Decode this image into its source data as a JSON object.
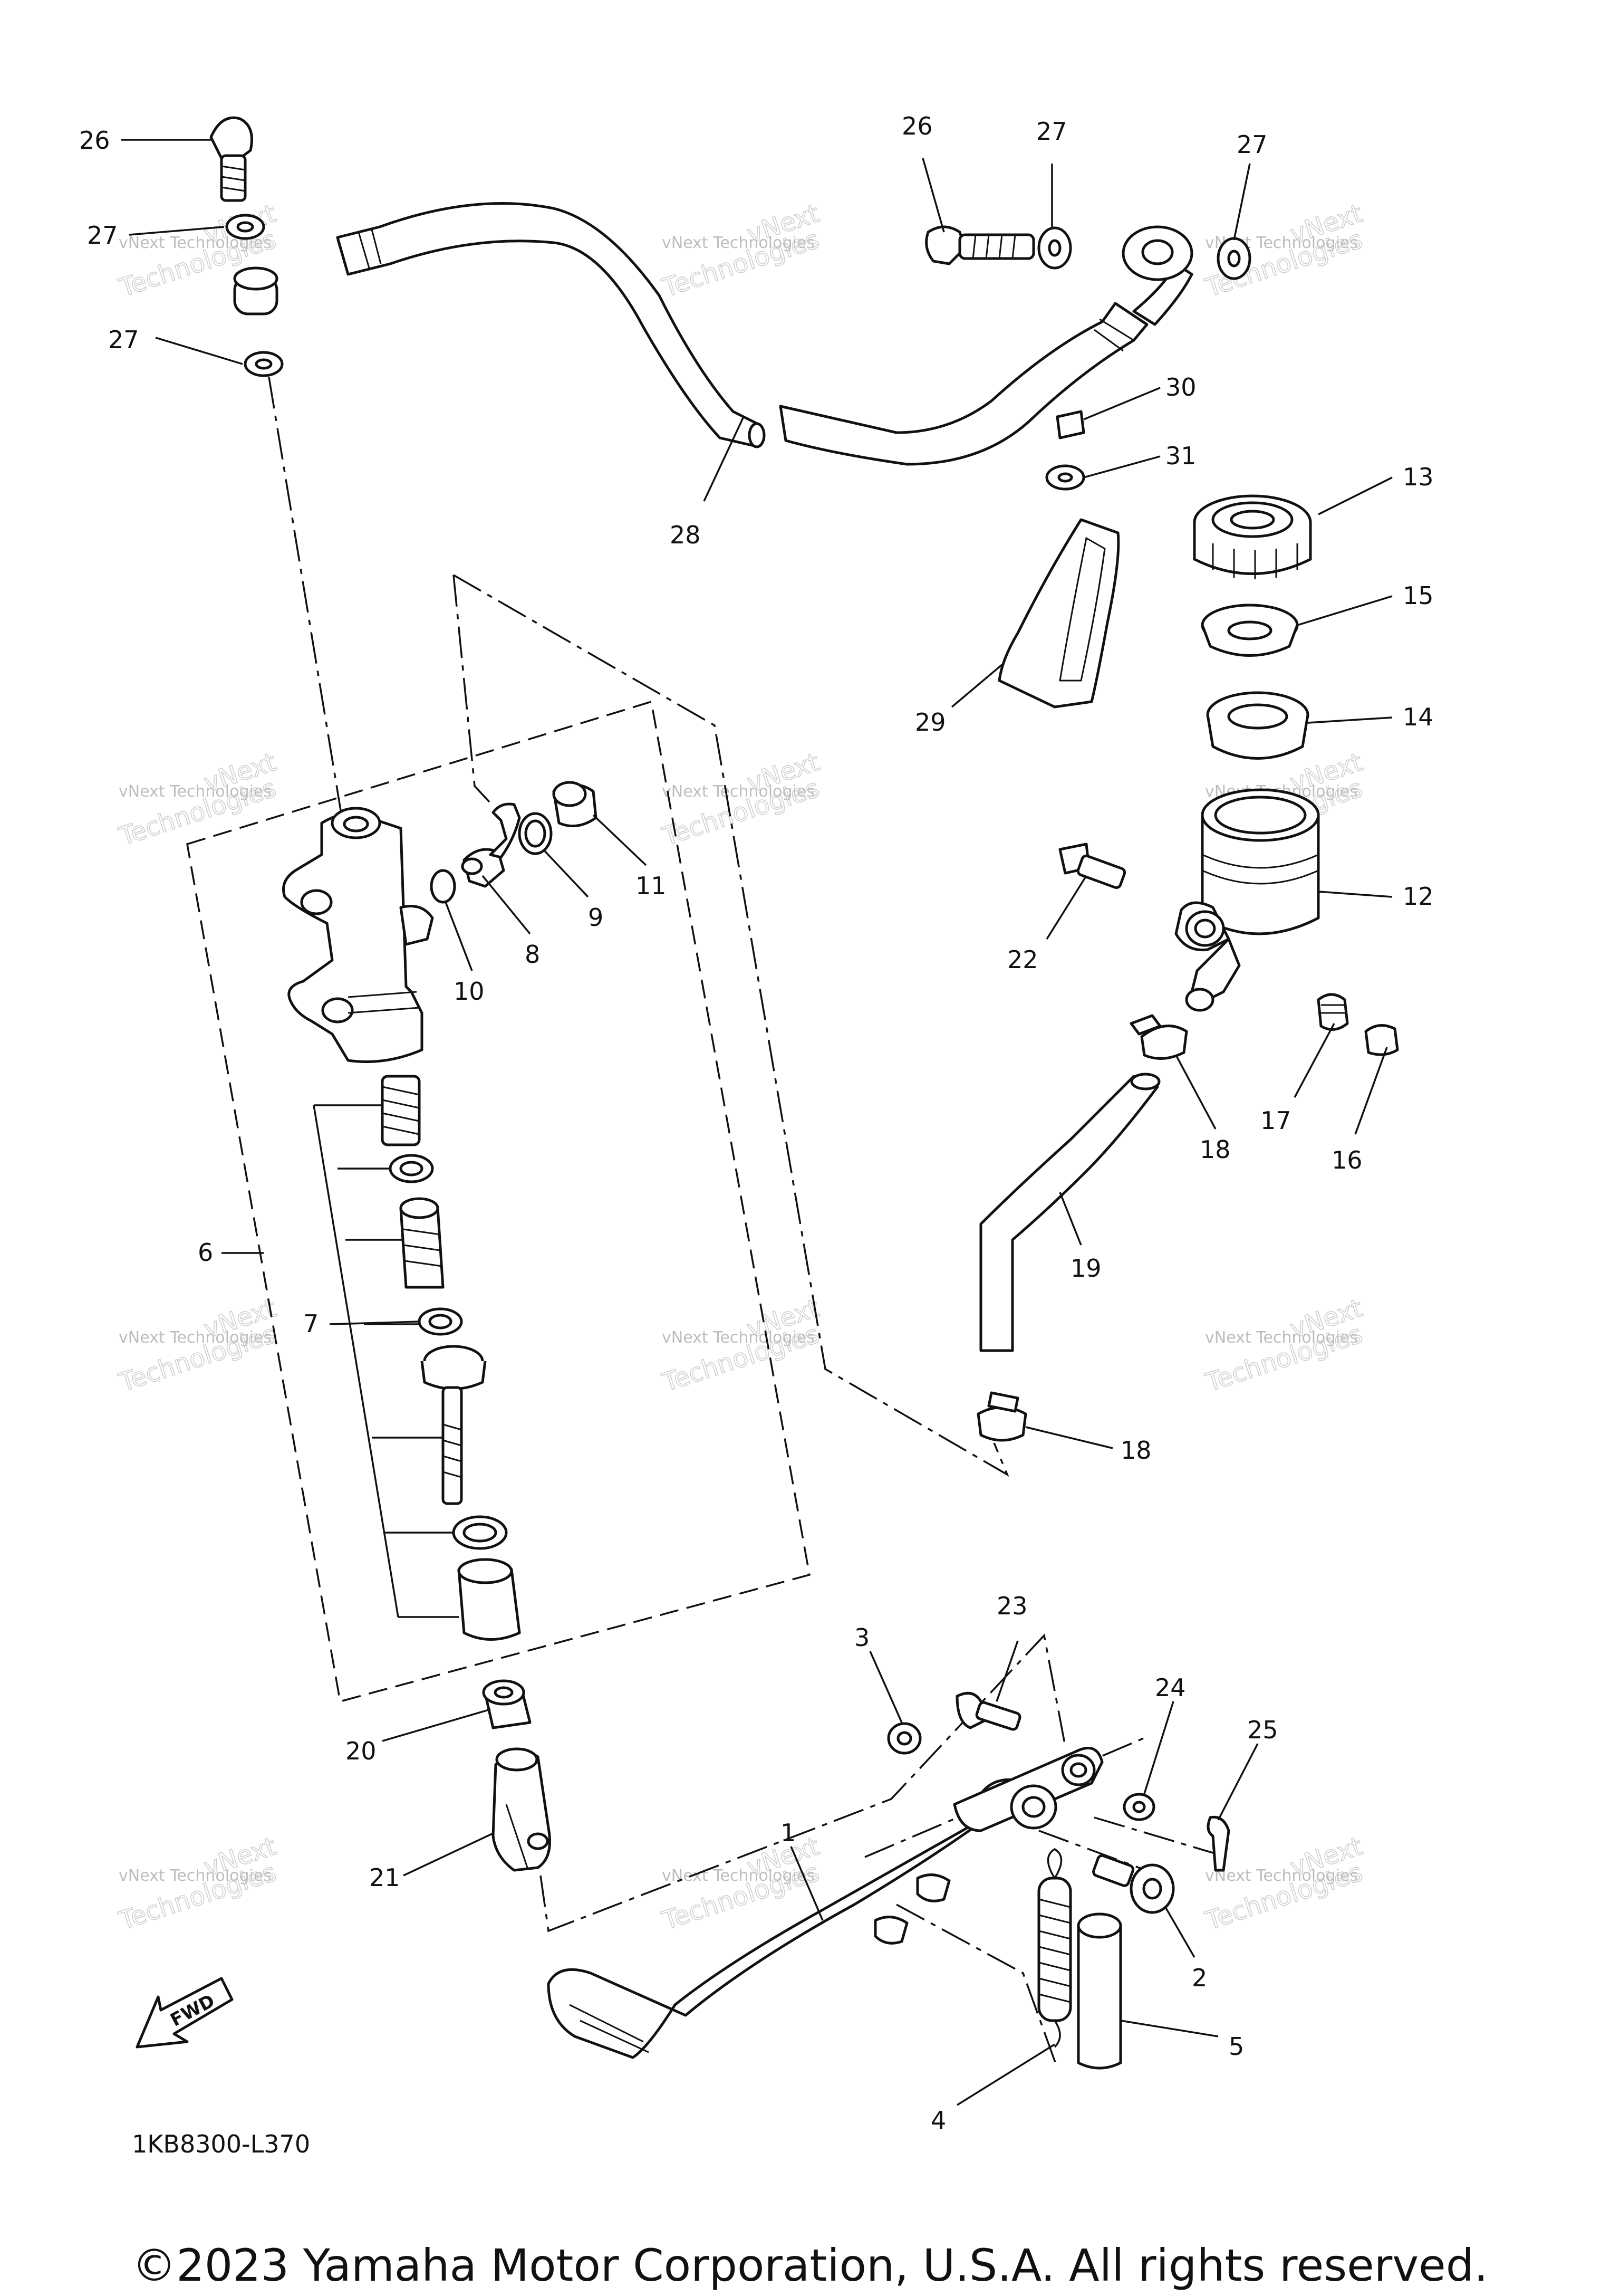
{
  "diagram_code": "1KB8300-L370",
  "fwd_label": "FWD",
  "copyright": "©2023 Yamaha Motor Corporation, U.S.A. All rights reserved.",
  "watermark": {
    "line1": "vNext Technologies",
    "line2": "vNext",
    "line3": "Technologies"
  },
  "callouts": [
    "26",
    "27",
    "27",
    "27",
    "26",
    "27",
    "27",
    "28",
    "30",
    "31",
    "13",
    "15",
    "29",
    "14",
    "12",
    "22",
    "11",
    "9",
    "8",
    "10",
    "17",
    "16",
    "18",
    "19",
    "18",
    "6",
    "7",
    "20",
    "21",
    "3",
    "23",
    "24",
    "25",
    "1",
    "2",
    "5",
    "4"
  ]
}
